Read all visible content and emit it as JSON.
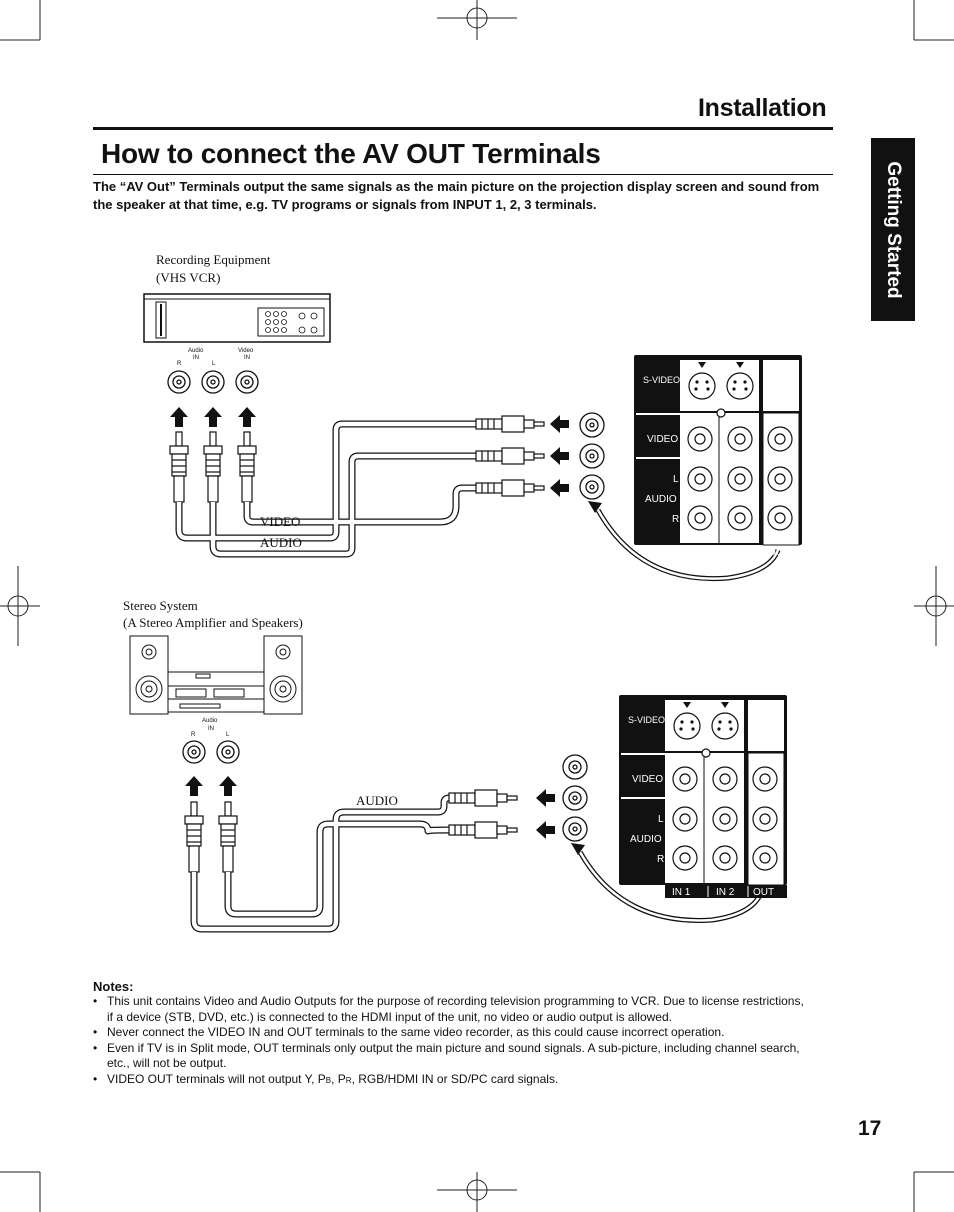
{
  "header": {
    "section_title": "Installation",
    "page_title": "How to connect the AV OUT Terminals",
    "side_tab": "Getting Started"
  },
  "intro": "The “AV Out” Terminals output the same signals as the main picture on the projection display screen and sound from the speaker at that time, e.g. TV programs or signals from INPUT 1, 2, 3 terminals.",
  "diagram1": {
    "device_label_line1": "Recording Equipment",
    "device_label_line2": "(VHS VCR)",
    "jack_audio": "Audio",
    "jack_in": "IN",
    "jack_video": "Video",
    "jack_video_in": "IN",
    "jack_r": "R",
    "jack_l": "L",
    "cable_video": "VIDEO",
    "cable_audio": "AUDIO"
  },
  "diagram2": {
    "device_label_line1": "Stereo System",
    "device_label_line2": "(A Stereo Amplifier and Speakers)",
    "jack_audio": "Audio",
    "jack_in": "IN",
    "jack_r": "R",
    "jack_l": "L",
    "cable_audio": "AUDIO"
  },
  "tv_panel": {
    "svideo": "S-VIDEO",
    "video": "VIDEO",
    "l": "L",
    "audio": "AUDIO",
    "r": "R",
    "in1": "IN 1",
    "in2": "IN 2",
    "out": "OUT"
  },
  "notes": {
    "title": "Notes:",
    "items": [
      "This unit contains Video and Audio Outputs for the purpose of recording television programming to VCR. Due to license restrictions, if a device (STB, DVD, etc.) is connected to the HDMI input of the unit, no video or audio output is allowed.",
      "Never connect the VIDEO IN and OUT terminals to the same video recorder, as this could cause incorrect operation.",
      "Even if TV is in Split mode, OUT terminals only output the main picture and sound signals. A sub-picture, including channel search, etc., will not be output."
    ],
    "last_item_prefix": "VIDEO OUT terminals will not output Y, P",
    "pb_sub": "B",
    "sep": ", P",
    "pr_sub": "R",
    "last_item_suffix": ", RGB/HDMI IN or SD/PC card signals."
  },
  "page_number": "17"
}
